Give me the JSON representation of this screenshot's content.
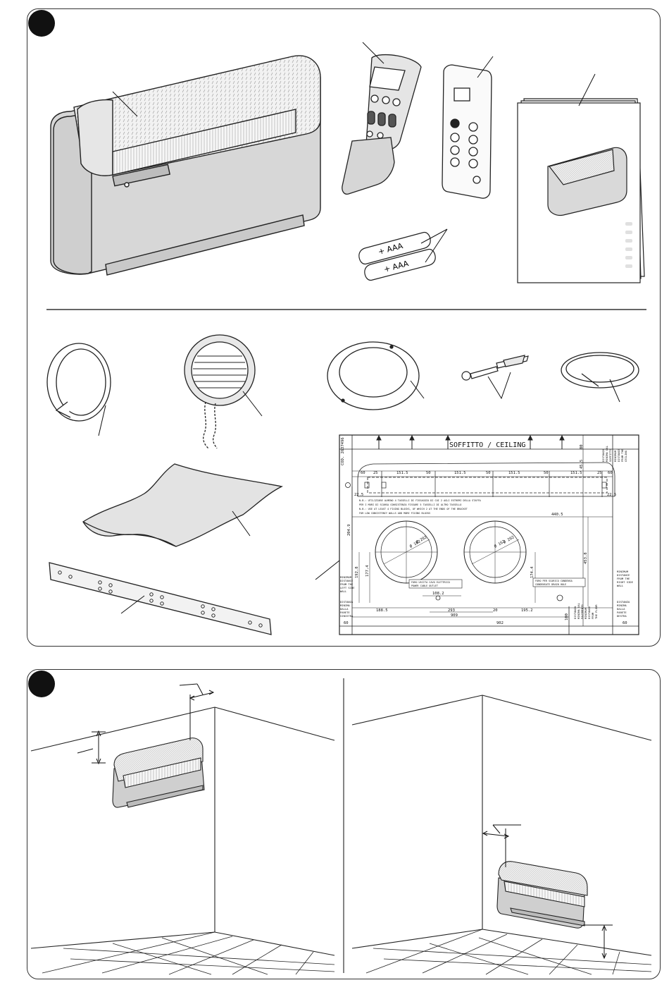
{
  "panels": [
    {
      "number": "",
      "title": ""
    },
    {
      "number": "",
      "title": ""
    }
  ],
  "batteries": {
    "label_1": "+ AAA",
    "label_2": "+ AAA"
  },
  "template": {
    "ceiling_label": "SOFFITTO / CEILING",
    "code": "COD. 2637496",
    "top_dims": [
      "60",
      "25",
      "151.5",
      "50",
      "151.5",
      "50",
      "151.5",
      "50",
      "151.5",
      "25",
      "60"
    ],
    "dim_ceiling_1": "80",
    "dim_ceiling_2": "45.5",
    "dim_left_a": "22.5",
    "dim_right_a": "22.5",
    "dim_vertical_left": "204.9",
    "dim_440": "440.5",
    "dim_1928": "192.8",
    "dim_1774": "177.4",
    "dim_1744": "174.4",
    "dim_4538": "453.8",
    "dim_1082": "108.2",
    "dim_1885": "188.5",
    "dim_293": "293",
    "dim_20": "20",
    "dim_1952": "195.2",
    "dim_909": "909",
    "dim_902": "902",
    "dim_60_left": "60",
    "dim_60_right": "60",
    "dim_100": "100",
    "hole_small": "Ø 162",
    "hole_large": "Ø 202",
    "notes": [
      "N.B.: UTILIZZARE ALMENO 4 TASSELLI DI FISSAGGIO DI CUI 2 AGLI ESTREMI DELLA STAFFA",
      "PER I MURI DI SCARSA CONSISTENZA FISSARE 5 TASSELLI DI ALTRO TASSELLO",
      "N.B.: USE AT LEAST 4 FIXING BLOCKS, OF WHICH 2 AT THE ENDS OF THE BRACKET",
      "FOR LOW CONSISTENCY WALLS ADD MORE FIXING BLOCKS"
    ],
    "cable_outlet": [
      "FORO USCITA CAVO ELETTRICO",
      "POWER CABLE OUTLET"
    ],
    "drain_hole": [
      "FORO PER SCARICO CONDENSA",
      "CONDENSATE DRAIN HOLE"
    ],
    "left_wall": [
      "MINIMUM",
      "DISTANCE",
      "FROM THE",
      "LEFT SIDE",
      "WALL",
      "",
      "DISTANZA",
      "MINIMA",
      "DALLA",
      "PARETE",
      "SINISTRA"
    ],
    "right_wall": [
      "MINIMUM",
      "DISTANCE",
      "FROM THE",
      "RIGHT SIDE",
      "WALL",
      "",
      "DISTANZA",
      "MINIMA",
      "DALLA",
      "PARETE",
      "DESTRA"
    ],
    "floor_text": [
      "DISTANZA",
      "MINIMA DAL",
      "PAVIMENTO",
      "MINIMUM",
      "DISTANCE",
      "FROM",
      "THE FLOOR"
    ],
    "ceiling_text": [
      "DISTANZA",
      "MINIMA DAL",
      "SOFFITTO",
      "MINIMUM",
      "DISTANCE",
      "FROM THE",
      "CEILING"
    ]
  }
}
